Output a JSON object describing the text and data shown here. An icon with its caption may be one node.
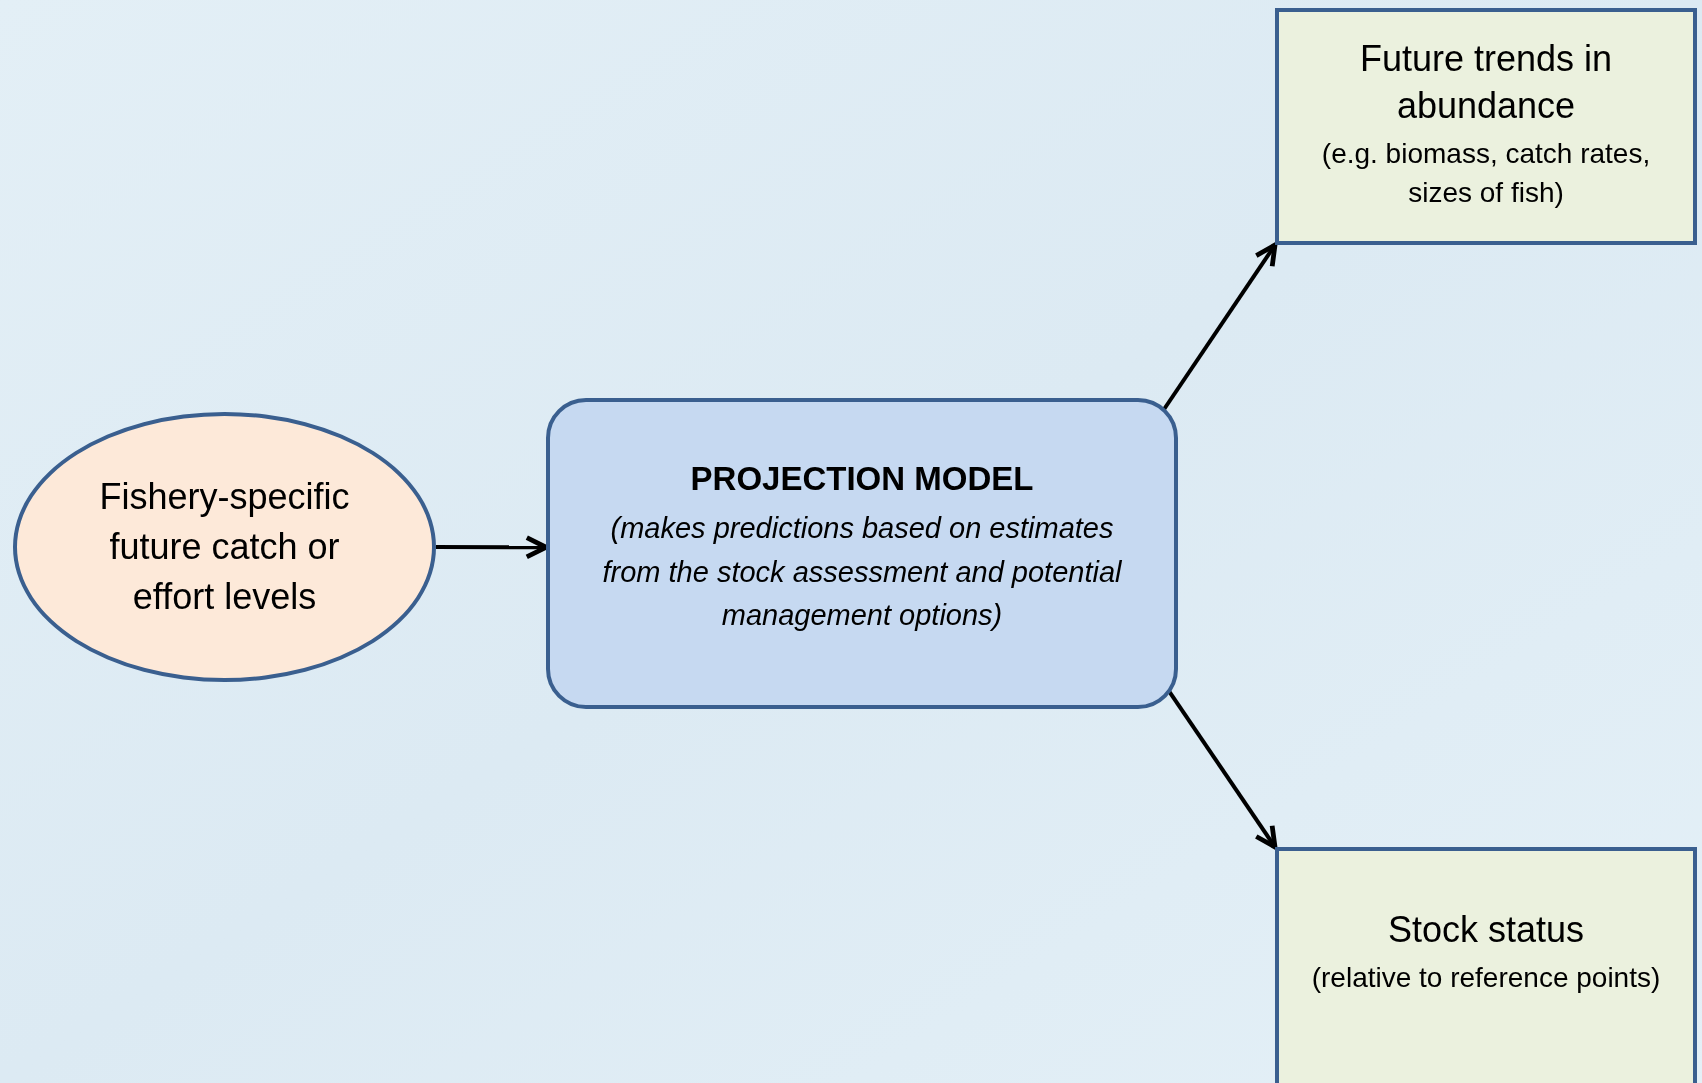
{
  "diagram": {
    "nodes": [
      {
        "text": [
          "Fishery-specific future catch or effort levels"
        ]
      },
      {
        "text": [
          "PROJECTION MODEL",
          "(makes predictions based on estimates from the stock assessment and potential management options)"
        ]
      },
      {
        "text": [
          "Future trends in abundance",
          "(e.g. biomass, catch rates, sizes of fish)"
        ]
      },
      {
        "text": [
          "Stock status",
          "(relative to reference points)"
        ]
      }
    ],
    "edges": [
      {
        "from": 0,
        "to": 1,
        "arrow": "to"
      },
      {
        "from": 1,
        "to": 2,
        "arrow": "to"
      },
      {
        "from": 1,
        "to": 3,
        "arrow": "to"
      }
    ]
  }
}
